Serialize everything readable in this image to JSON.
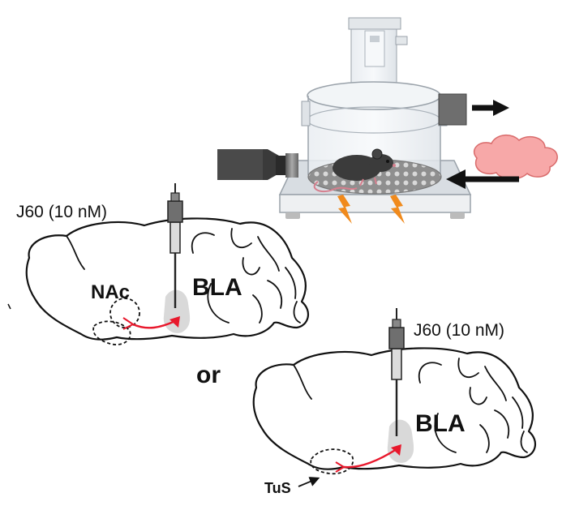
{
  "labels": {
    "drug_top": "J60 (10 nM)",
    "drug_bottom": "J60 (10 nM)",
    "nac": "NAc",
    "bla_top": "BLA",
    "bla_bottom": "BLA",
    "or": "or",
    "tus": "TuS"
  },
  "icons": [
    "chamber-icon",
    "mouse-icon",
    "camera-icon",
    "odor-cloud-icon",
    "shock-icon",
    "cannula-icon",
    "brain-icon"
  ],
  "colors": {
    "projection": "#e8182c",
    "target_region": "#d9d9d9",
    "shock": "#f08a1c",
    "odor_cloud": "#f7a8a8",
    "outline": "#111111"
  }
}
